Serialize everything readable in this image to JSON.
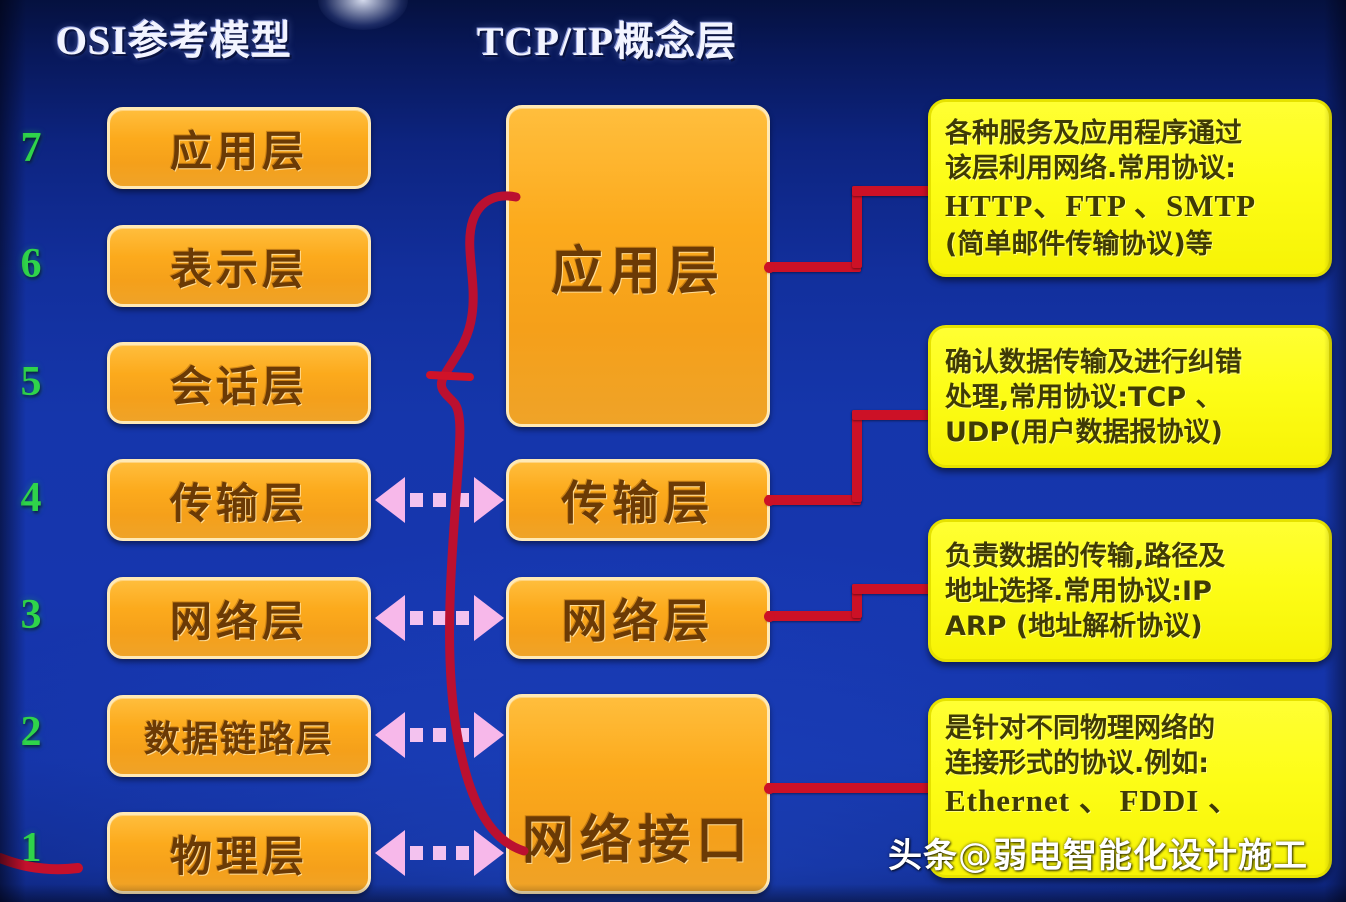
{
  "titles": {
    "osi": "OSI参考模型",
    "tcpip": "TCP/IP概念层"
  },
  "colors": {
    "background_top": "#05113f",
    "background_mid": "#1636ae",
    "layer_box": "#f5a01a",
    "layer_box_border": "#ffe9b5",
    "callout_box": "#fdfd17",
    "callout_border": "#e6e200",
    "connector_red": "#cc1126",
    "arrow_pink": "#f7b8ea",
    "number_green": "#2fd44a",
    "title_white": "#f2f4ff"
  },
  "osi_layers": [
    {
      "number": "7",
      "label": "应用层"
    },
    {
      "number": "6",
      "label": "表示层"
    },
    {
      "number": "5",
      "label": "会话层"
    },
    {
      "number": "4",
      "label": "传输层"
    },
    {
      "number": "3",
      "label": "网络层"
    },
    {
      "number": "2",
      "label": "数据链路层"
    },
    {
      "number": "1",
      "label": "物理层"
    }
  ],
  "tcpip_layers": [
    {
      "label": "应用层"
    },
    {
      "label": "传输层"
    },
    {
      "label": "网络层"
    },
    {
      "label": "网络接口"
    }
  ],
  "callouts": [
    {
      "lines": [
        "各种服务及应用程序通过",
        "该层利用网络.常用协议:",
        "HTTP、FTP 、SMTP",
        "(简单邮件传输协议)等"
      ],
      "latin_line_index": 2
    },
    {
      "lines": [
        "确认数据传输及进行纠错",
        "处理,常用协议:TCP 、",
        "UDP(用户数据报协议)"
      ],
      "latin_line_index": -1
    },
    {
      "lines": [
        "负责数据的传输,路径及",
        "地址选择.常用协议:IP",
        "ARP (地址解析协议)"
      ],
      "latin_line_index": -1
    },
    {
      "lines": [
        "是针对不同物理网络的",
        "连接形式的协议.例如:",
        "Ethernet 、 FDDI 、"
      ],
      "latin_line_index": 2
    }
  ],
  "watermark": {
    "brand": "头条",
    "at": "@",
    "account": "弱电智能化设计施工"
  }
}
